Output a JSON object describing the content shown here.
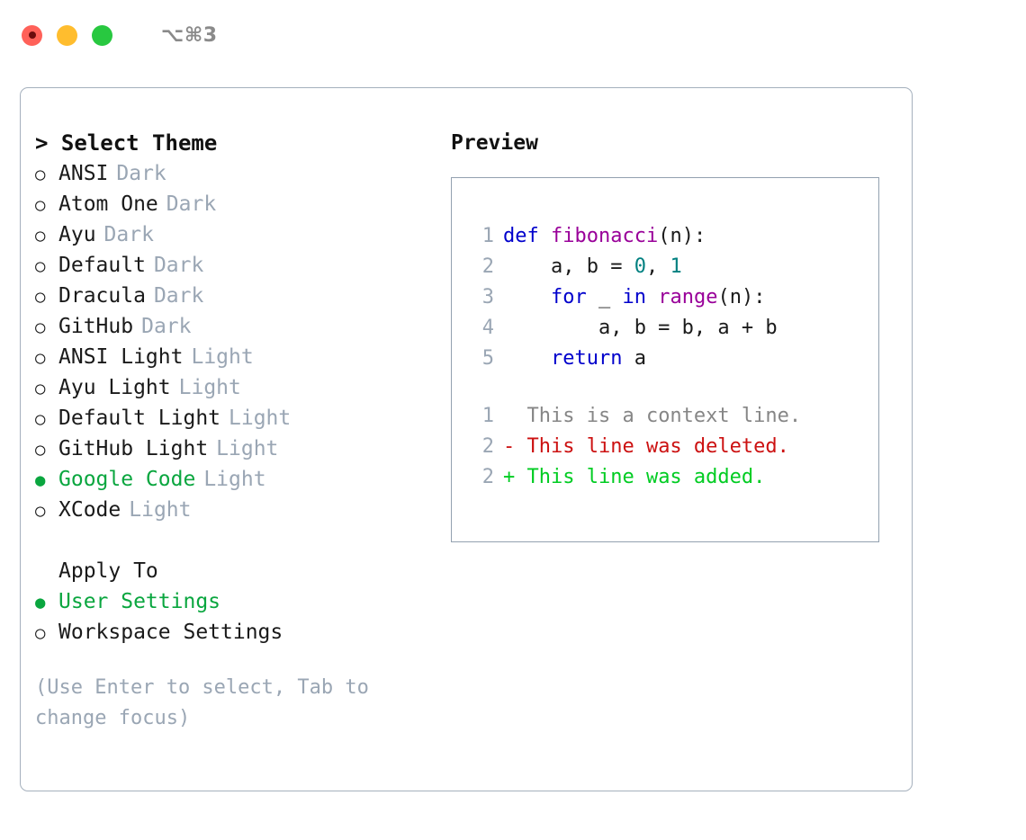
{
  "window": {
    "traffic_lights": [
      "close-red",
      "minimize-yellow",
      "maximize-green"
    ],
    "shortcut": "⌥⌘3",
    "colors": {
      "red": "#ff6159",
      "yellow": "#ffbd2e",
      "green": "#28c840",
      "accent_green": "#0aa63f",
      "muted": "#9aa6b4",
      "panel_border": "#a5b0bd"
    }
  },
  "theme_picker": {
    "heading": "> Select Theme",
    "bullet_selected": "●",
    "bullet_unselected": "○",
    "items": [
      {
        "label": "ANSI",
        "tag": "Dark",
        "selected": false
      },
      {
        "label": "Atom One",
        "tag": "Dark",
        "selected": false
      },
      {
        "label": "Ayu",
        "tag": "Dark",
        "selected": false
      },
      {
        "label": "Default",
        "tag": "Dark",
        "selected": false
      },
      {
        "label": "Dracula",
        "tag": "Dark",
        "selected": false
      },
      {
        "label": "GitHub",
        "tag": "Dark",
        "selected": false
      },
      {
        "label": "ANSI Light",
        "tag": "Light",
        "selected": false
      },
      {
        "label": "Ayu Light",
        "tag": "Light",
        "selected": false
      },
      {
        "label": "Default Light",
        "tag": "Light",
        "selected": false
      },
      {
        "label": "GitHub Light",
        "tag": "Light",
        "selected": false
      },
      {
        "label": "Google Code",
        "tag": "Light",
        "selected": true
      },
      {
        "label": "XCode",
        "tag": "Light",
        "selected": false
      }
    ]
  },
  "apply_to": {
    "heading": "Apply To",
    "items": [
      {
        "label": "User Settings",
        "selected": true
      },
      {
        "label": "Workspace Settings",
        "selected": false
      }
    ]
  },
  "hint": "(Use Enter to select, Tab to change focus)",
  "preview": {
    "title": "Preview",
    "code_lines": [
      {
        "num": "1",
        "tokens": [
          {
            "t": "def ",
            "c": "kw"
          },
          {
            "t": "fibonacci",
            "c": "fn"
          },
          {
            "t": "(n):",
            "c": "plain"
          }
        ]
      },
      {
        "num": "2",
        "tokens": [
          {
            "t": "    a, b = ",
            "c": "plain"
          },
          {
            "t": "0",
            "c": "num"
          },
          {
            "t": ", ",
            "c": "plain"
          },
          {
            "t": "1",
            "c": "num"
          }
        ]
      },
      {
        "num": "3",
        "tokens": [
          {
            "t": "    ",
            "c": "plain"
          },
          {
            "t": "for",
            "c": "kw"
          },
          {
            "t": " _ ",
            "c": "plain"
          },
          {
            "t": "in",
            "c": "kw"
          },
          {
            "t": " ",
            "c": "plain"
          },
          {
            "t": "range",
            "c": "fn"
          },
          {
            "t": "(n):",
            "c": "plain"
          }
        ]
      },
      {
        "num": "4",
        "tokens": [
          {
            "t": "        a, b = b, a + b",
            "c": "plain"
          }
        ]
      },
      {
        "num": "5",
        "tokens": [
          {
            "t": "    ",
            "c": "plain"
          },
          {
            "t": "return",
            "c": "kw"
          },
          {
            "t": " a",
            "c": "plain"
          }
        ]
      }
    ],
    "diff_lines": [
      {
        "num": "1",
        "marker": " ",
        "text": " This is a context line.",
        "kind": "ctx"
      },
      {
        "num": "2",
        "marker": "-",
        "text": " This line was deleted.",
        "kind": "del"
      },
      {
        "num": "2",
        "marker": "+",
        "text": " This line was added.",
        "kind": "add"
      }
    ],
    "syntax_colors": {
      "keyword": "#0000cc",
      "function": "#990099",
      "number": "#008080",
      "plain": "#1a1a1a",
      "line_number": "#9aa6b4",
      "diff_context": "#868686",
      "diff_deleted": "#cc1111",
      "diff_added": "#00cc22"
    }
  }
}
